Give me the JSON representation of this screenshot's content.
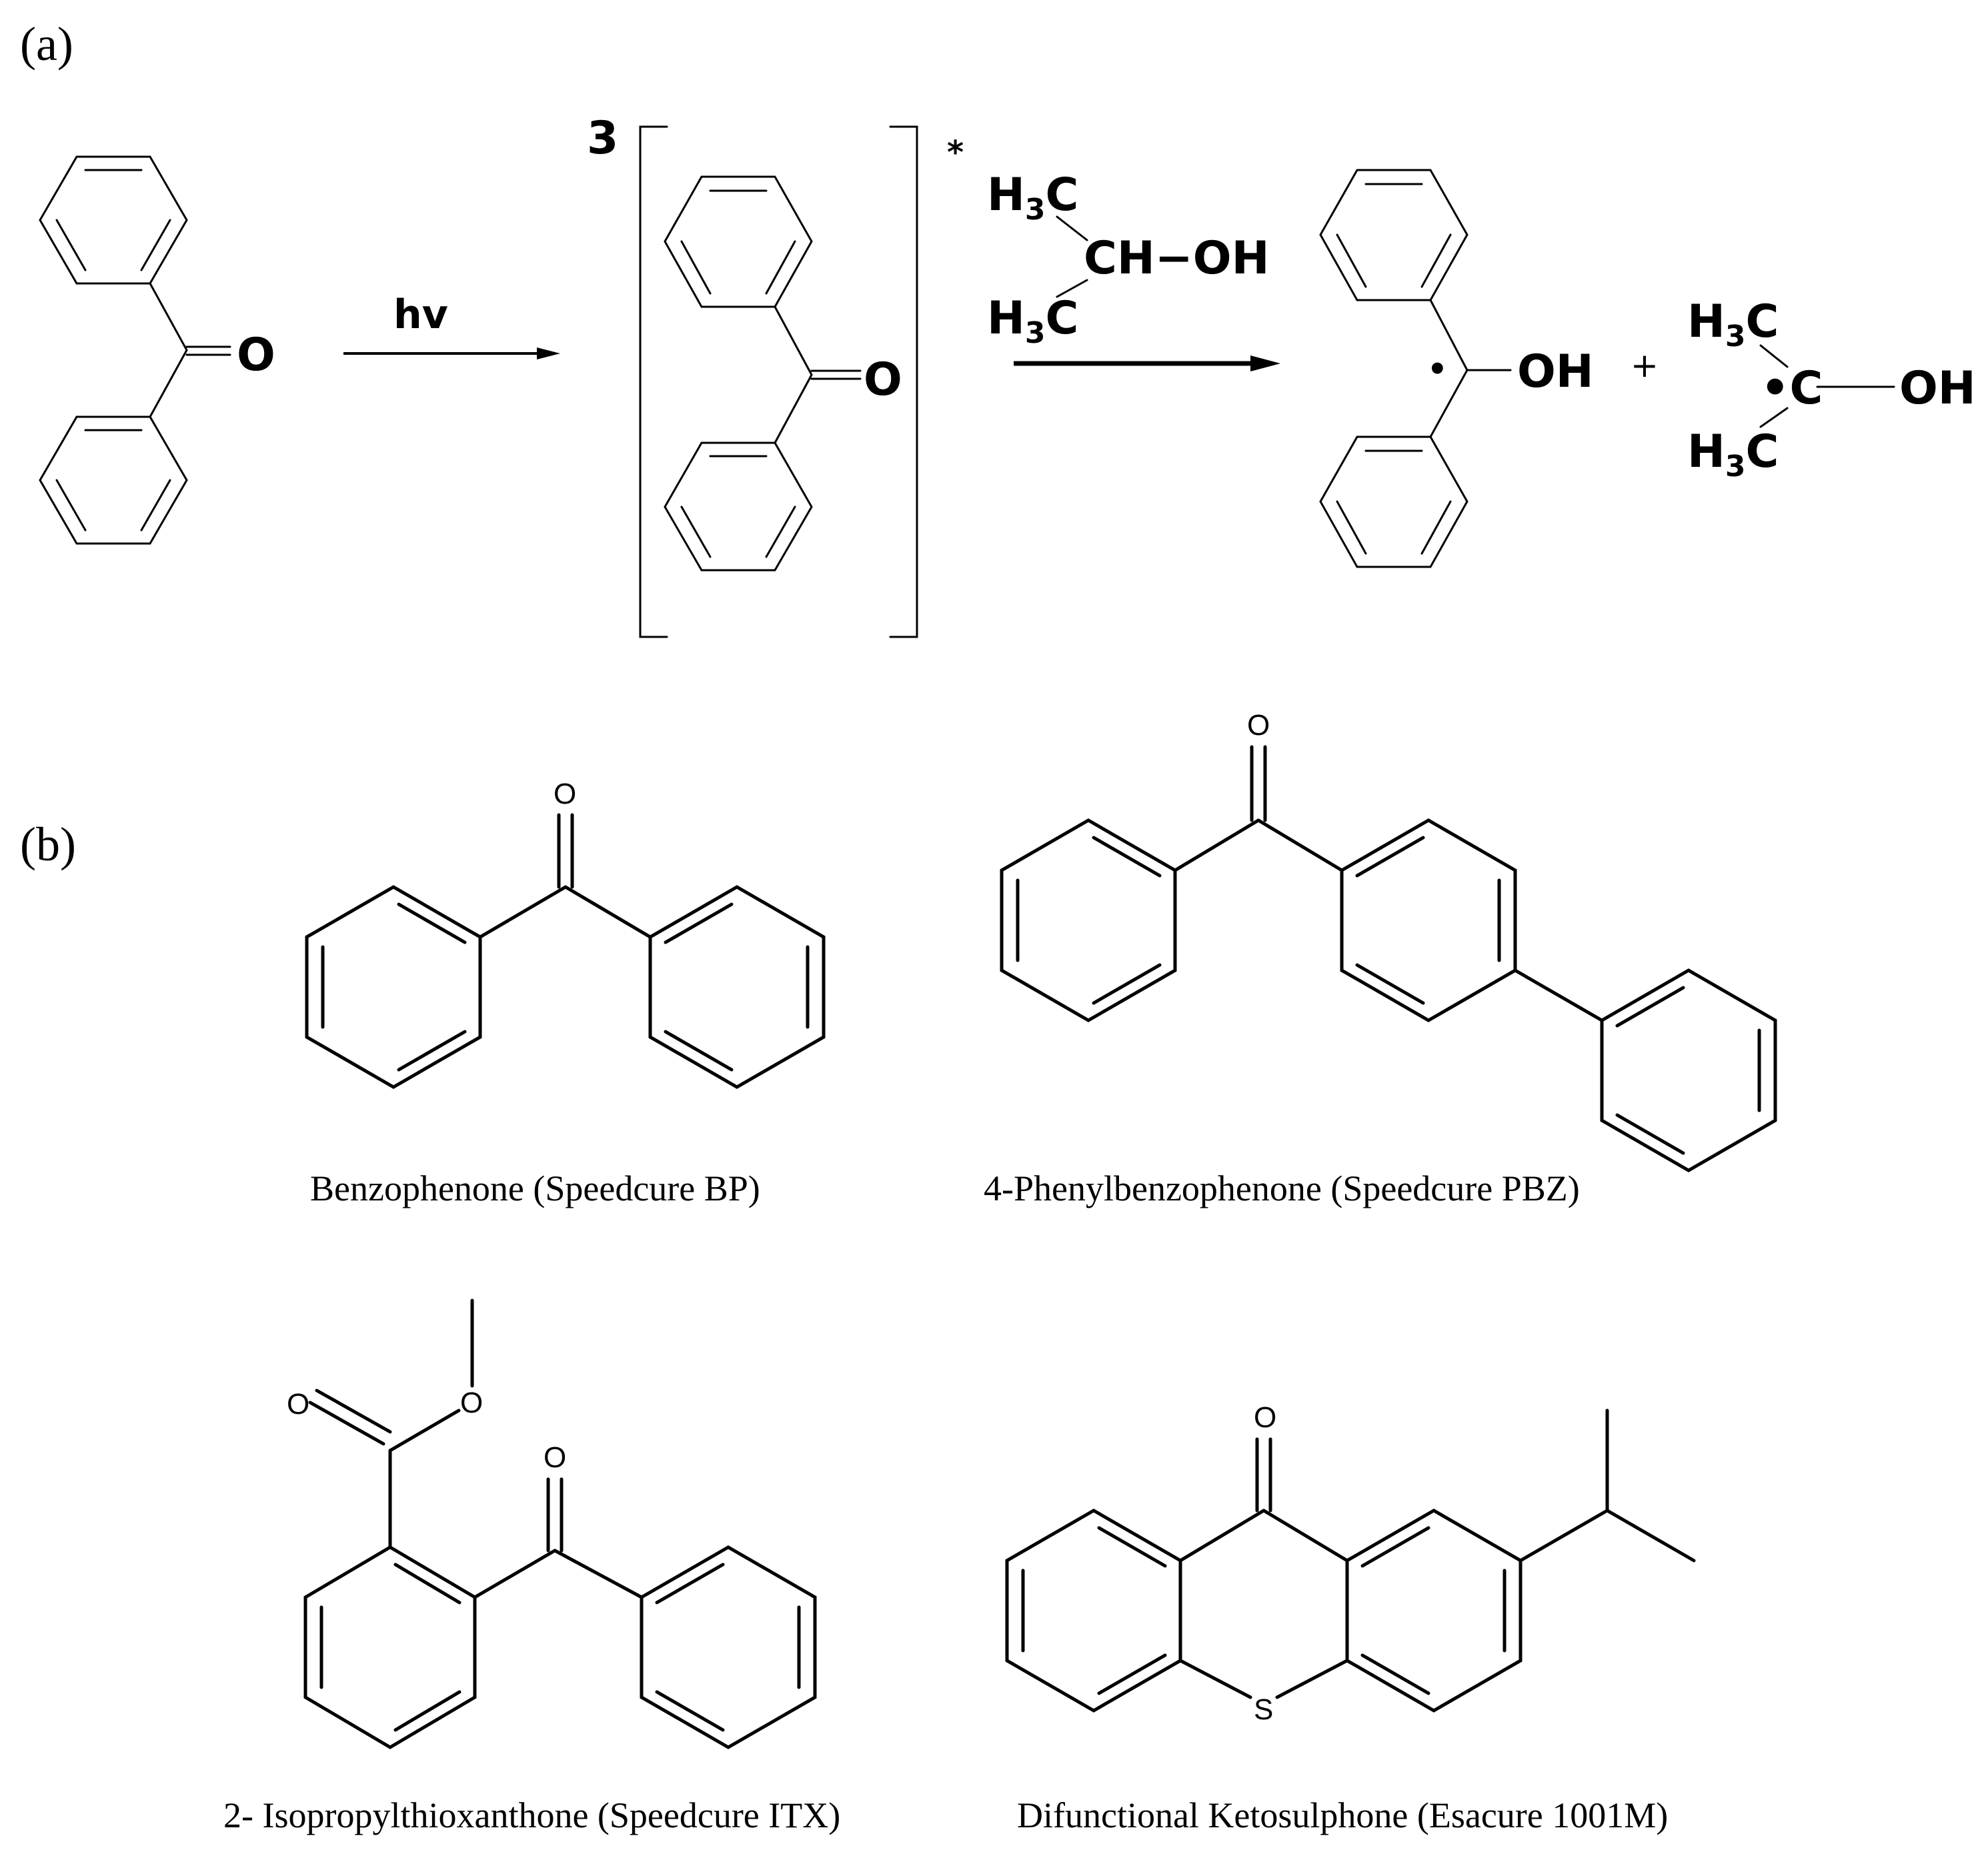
{
  "panel_a": {
    "label": "(a)",
    "arrow1_label": "hv",
    "triplet_label": "3",
    "excited_marker": "*",
    "carbonyl_O": "O",
    "reagent": {
      "line1_prefix": "H",
      "line1_sub": "3",
      "line1_suffix": "C",
      "line2": "CH−OH",
      "line3_prefix": "H",
      "line3_sub": "3",
      "line3_suffix": "C"
    },
    "product1": {
      "radical": "•",
      "group": "OH"
    },
    "plus": "+",
    "product2": {
      "top_prefix": "H",
      "top_sub": "3",
      "top_suffix": "C",
      "center": "•C",
      "group": "OH",
      "bottom_prefix": "H",
      "bottom_sub": "3",
      "bottom_suffix": "C"
    }
  },
  "panel_b": {
    "label": "(b)",
    "atoms": {
      "O": "O",
      "S": "S"
    },
    "captions": [
      "Benzophenone (Speedcure BP)",
      "4-Phenylbenzophenone (Speedcure PBZ)",
      "2- Isopropylthioxanthone (Speedcure ITX)",
      "Difunctional Ketosulphone (Esacure 1001M)"
    ]
  }
}
